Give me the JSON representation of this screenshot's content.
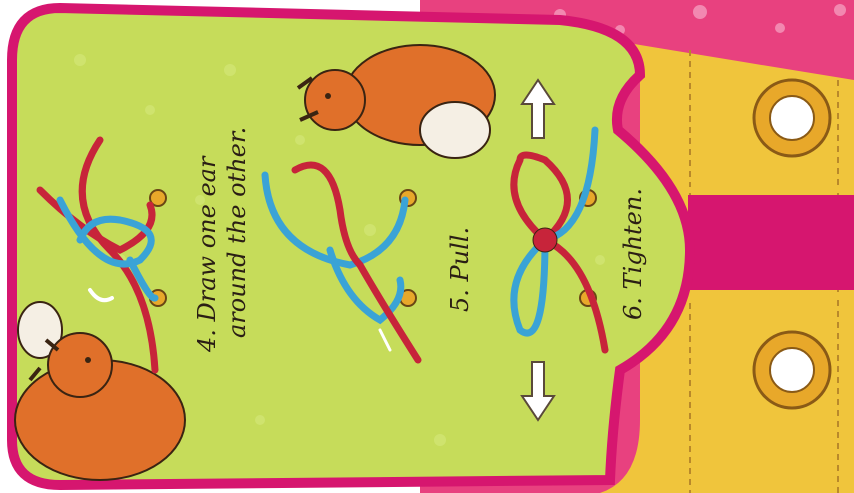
{
  "steps": [
    {
      "line1": "4. Draw one ear",
      "line2": "around the other."
    },
    {
      "line1": "5. Pull."
    },
    {
      "line1": "6. Tighten."
    }
  ],
  "colors": {
    "card_background": "#c6dc5a",
    "card_border": "#d6166f",
    "shoe_leather": "#f0c53c",
    "pink_fabric": "#e8417f",
    "lace_red": "#c7243a",
    "lace_blue": "#3aa3d6",
    "eyelet_gold": "#e8a82a",
    "squirrel_orange": "#e0702a"
  },
  "icons": [
    "squirrel-illustration",
    "shoelace-knot-illustration",
    "arrow-up-icon",
    "arrow-down-icon",
    "eyelet-icon"
  ]
}
